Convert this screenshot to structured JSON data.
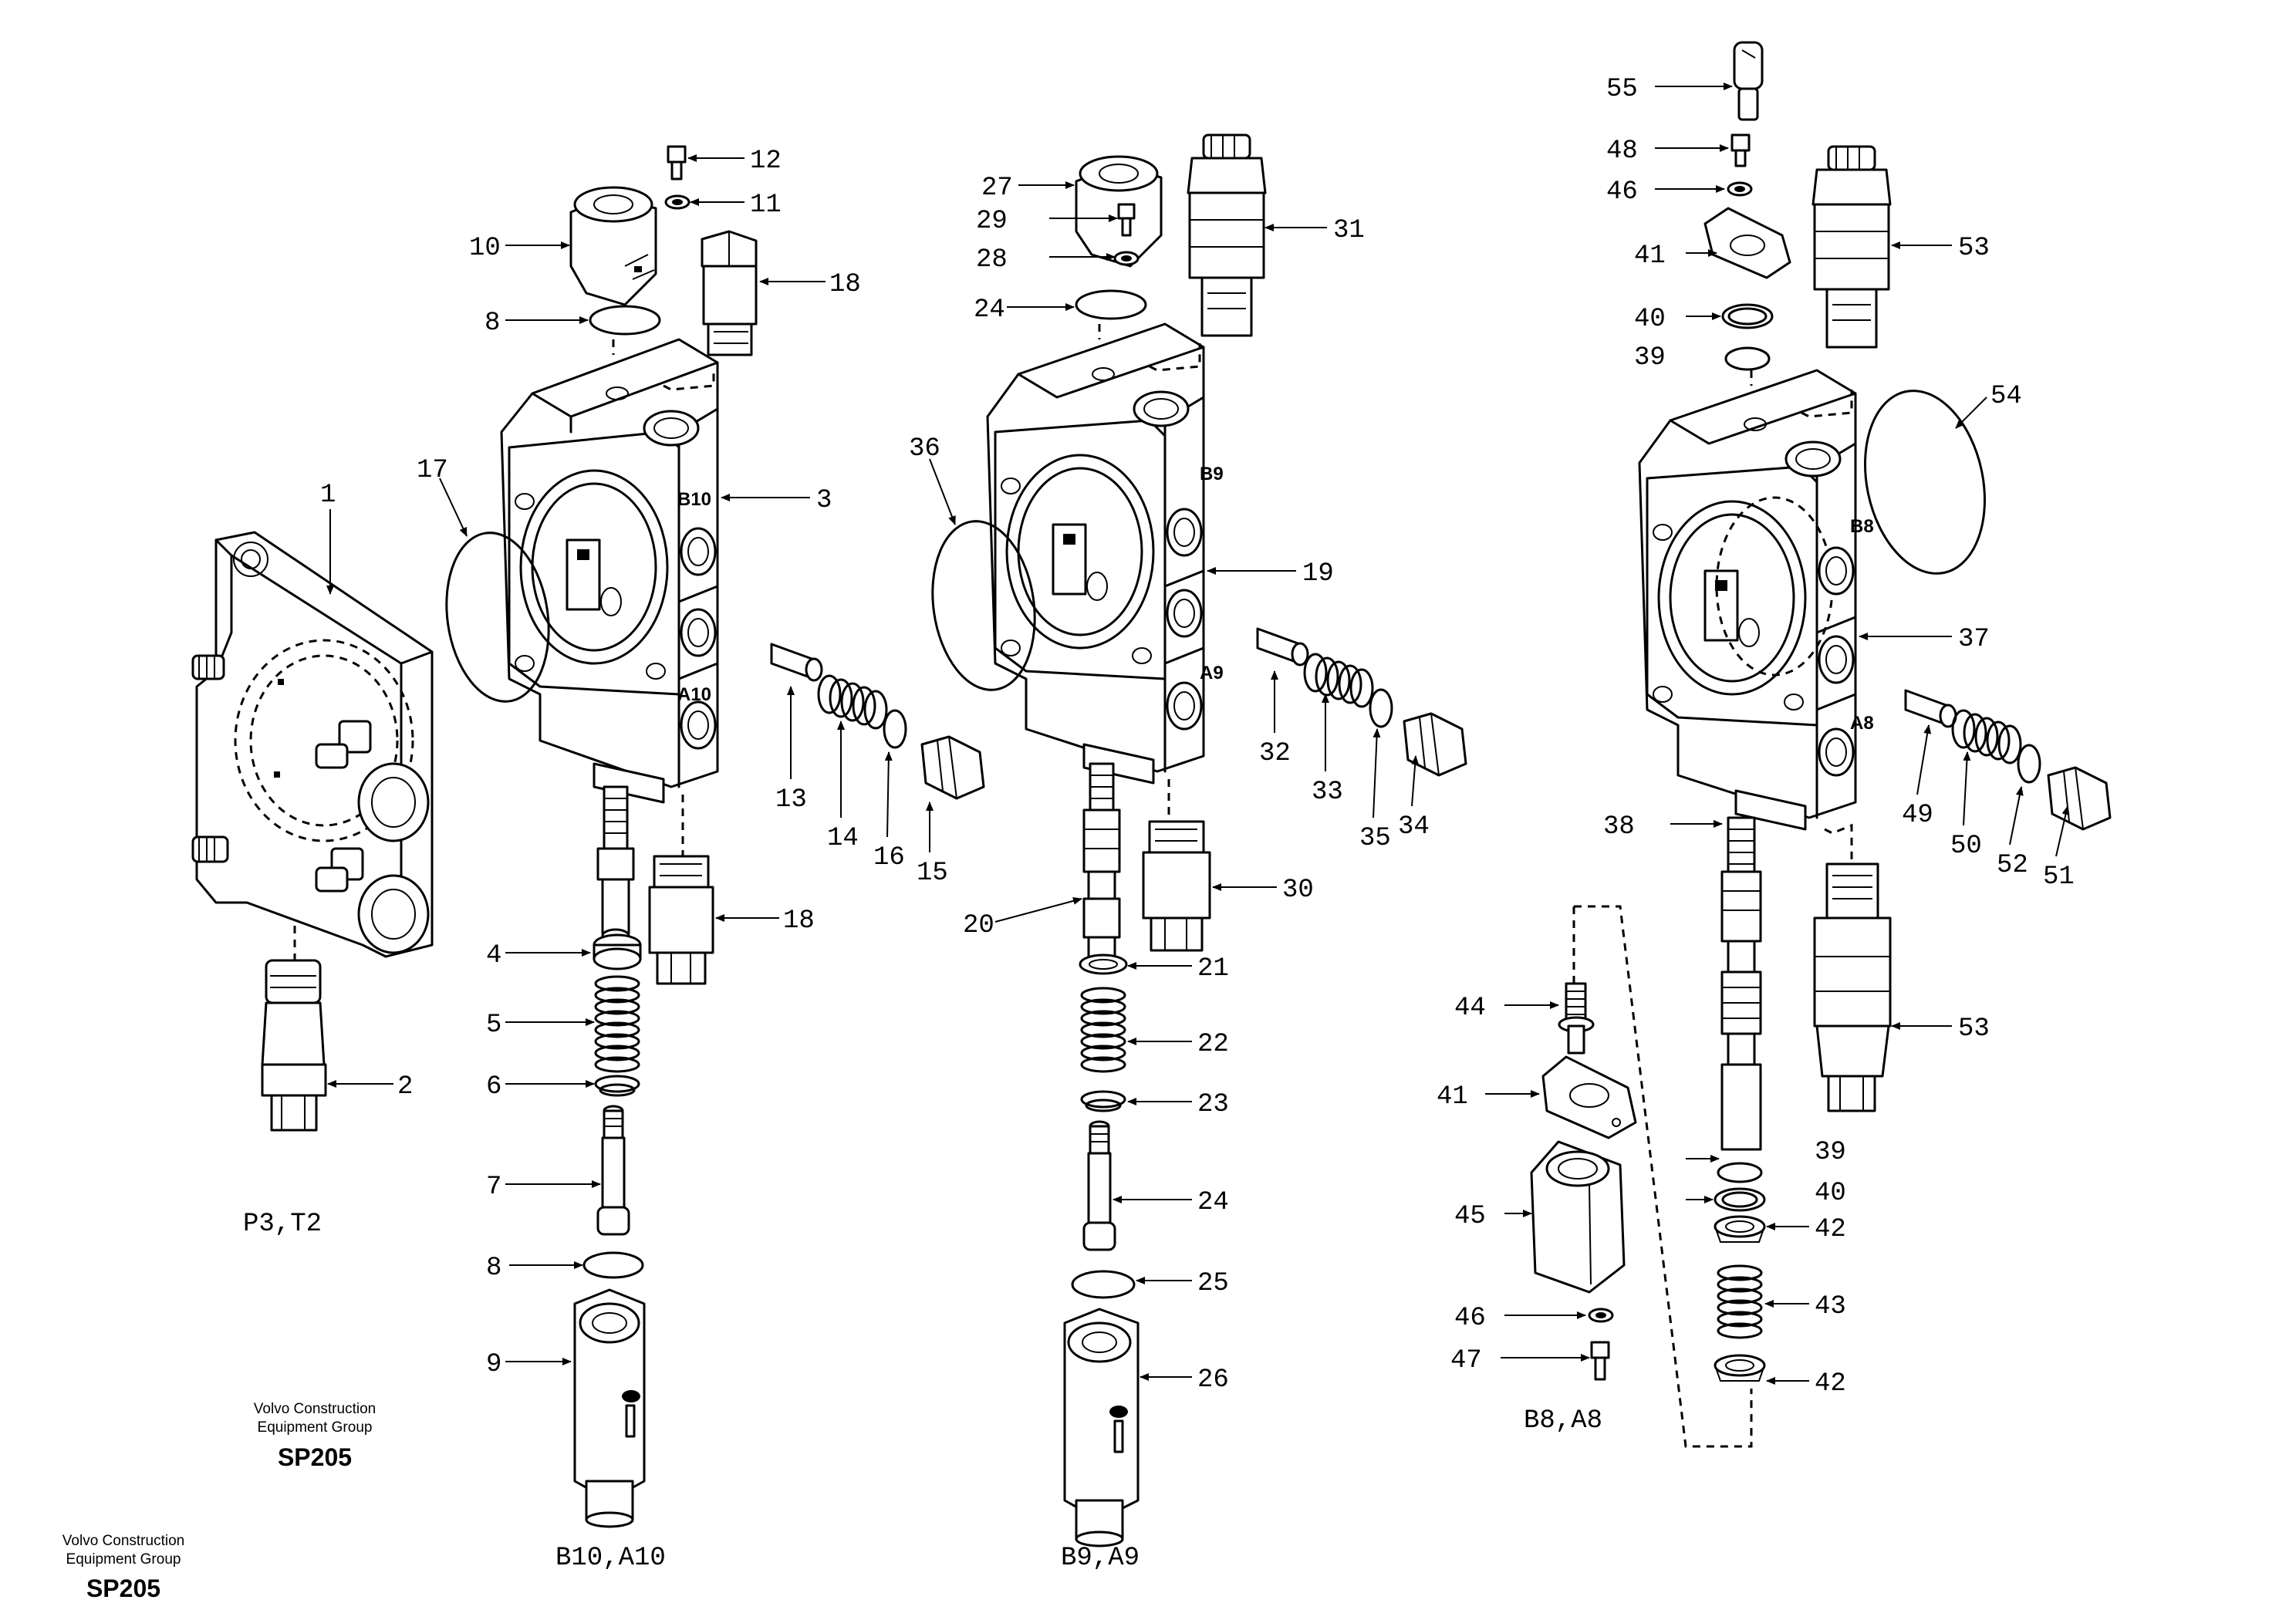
{
  "captions": {
    "p3t2": "P3,T2",
    "b10a10": "B10,A10",
    "b9a9": "B9,A9",
    "b8a8": "B8,A8"
  },
  "port_marks": {
    "b10": "B10",
    "a10": "A10",
    "b9": "B9",
    "a9": "A9",
    "b8": "B8",
    "a8": "A8"
  },
  "brand_block_1": {
    "line1": "Volvo Construction",
    "line2": "Equipment Group",
    "code": "SP205"
  },
  "brand_block_2": {
    "line1": "Volvo Construction",
    "line2": "Equipment Group",
    "code": "SP205"
  },
  "callouts": [
    {
      "id": "c1",
      "text": "1"
    },
    {
      "id": "c2",
      "text": "2"
    },
    {
      "id": "c3",
      "text": "3"
    },
    {
      "id": "c4",
      "text": "4"
    },
    {
      "id": "c5",
      "text": "5"
    },
    {
      "id": "c6",
      "text": "6"
    },
    {
      "id": "c7",
      "text": "7"
    },
    {
      "id": "c8a",
      "text": "8"
    },
    {
      "id": "c8b",
      "text": "8"
    },
    {
      "id": "c9",
      "text": "9"
    },
    {
      "id": "c10",
      "text": "10"
    },
    {
      "id": "c11",
      "text": "11"
    },
    {
      "id": "c12",
      "text": "12"
    },
    {
      "id": "c13",
      "text": "13"
    },
    {
      "id": "c14",
      "text": "14"
    },
    {
      "id": "c15",
      "text": "15"
    },
    {
      "id": "c16",
      "text": "16"
    },
    {
      "id": "c17",
      "text": "17"
    },
    {
      "id": "c18a",
      "text": "18"
    },
    {
      "id": "c18b",
      "text": "18"
    },
    {
      "id": "c19",
      "text": "19"
    },
    {
      "id": "c20",
      "text": "20"
    },
    {
      "id": "c21",
      "text": "21"
    },
    {
      "id": "c22",
      "text": "22"
    },
    {
      "id": "c23",
      "text": "23"
    },
    {
      "id": "c24a",
      "text": "24"
    },
    {
      "id": "c24b",
      "text": "24"
    },
    {
      "id": "c25",
      "text": "25"
    },
    {
      "id": "c26",
      "text": "26"
    },
    {
      "id": "c27",
      "text": "27"
    },
    {
      "id": "c28",
      "text": "28"
    },
    {
      "id": "c29",
      "text": "29"
    },
    {
      "id": "c30",
      "text": "30"
    },
    {
      "id": "c31",
      "text": "31"
    },
    {
      "id": "c32",
      "text": "32"
    },
    {
      "id": "c33",
      "text": "33"
    },
    {
      "id": "c34",
      "text": "34"
    },
    {
      "id": "c35",
      "text": "35"
    },
    {
      "id": "c36",
      "text": "36"
    },
    {
      "id": "c37",
      "text": "37"
    },
    {
      "id": "c38",
      "text": "38"
    },
    {
      "id": "c39a",
      "text": "39"
    },
    {
      "id": "c39b",
      "text": "39"
    },
    {
      "id": "c40a",
      "text": "40"
    },
    {
      "id": "c40b",
      "text": "40"
    },
    {
      "id": "c41a",
      "text": "41"
    },
    {
      "id": "c41b",
      "text": "41"
    },
    {
      "id": "c42a",
      "text": "42"
    },
    {
      "id": "c42b",
      "text": "42"
    },
    {
      "id": "c43",
      "text": "43"
    },
    {
      "id": "c44",
      "text": "44"
    },
    {
      "id": "c45",
      "text": "45"
    },
    {
      "id": "c46a",
      "text": "46"
    },
    {
      "id": "c46b",
      "text": "46"
    },
    {
      "id": "c47",
      "text": "47"
    },
    {
      "id": "c48",
      "text": "48"
    },
    {
      "id": "c49",
      "text": "49"
    },
    {
      "id": "c50",
      "text": "50"
    },
    {
      "id": "c51",
      "text": "51"
    },
    {
      "id": "c52",
      "text": "52"
    },
    {
      "id": "c53a",
      "text": "53"
    },
    {
      "id": "c53b",
      "text": "53"
    },
    {
      "id": "c54",
      "text": "54"
    },
    {
      "id": "c55",
      "text": "55"
    }
  ]
}
